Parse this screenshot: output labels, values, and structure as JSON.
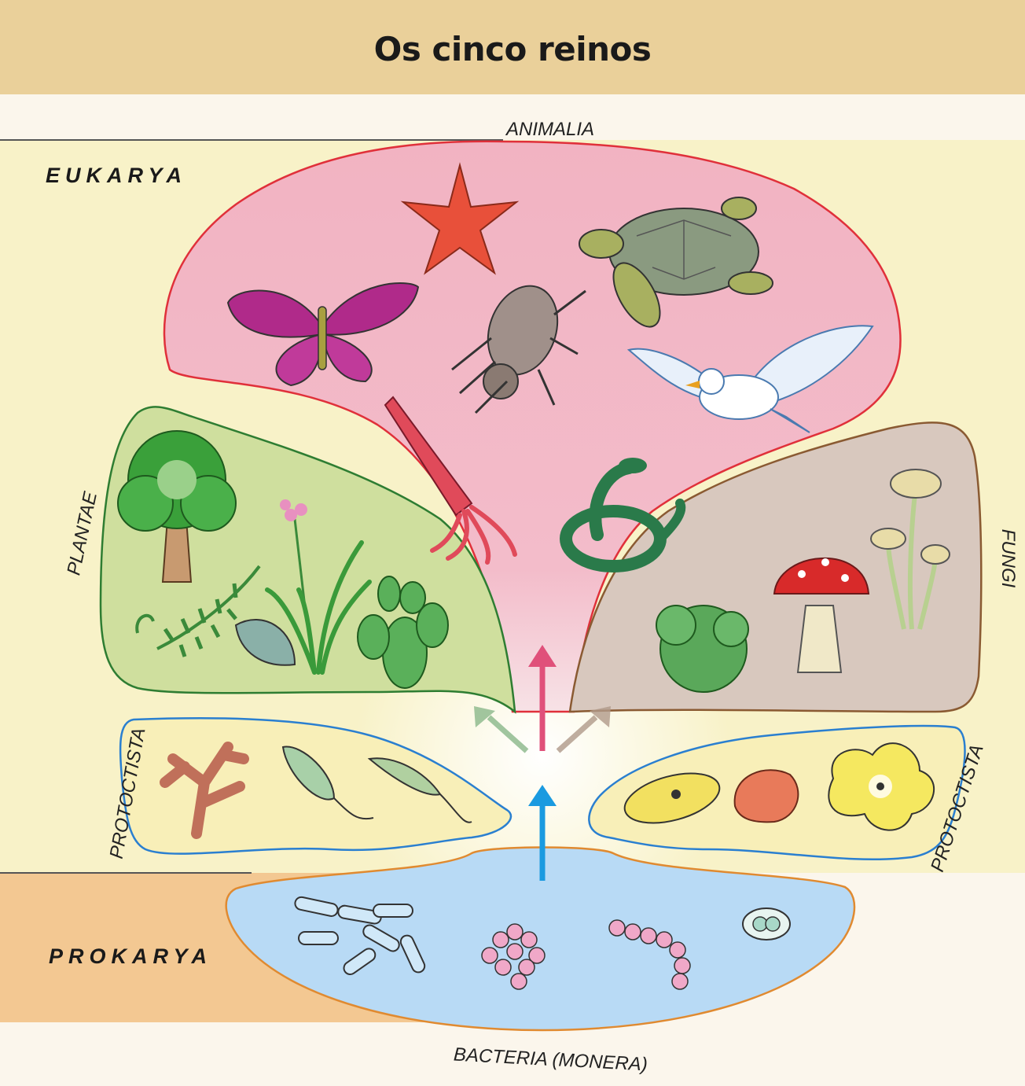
{
  "title": "Os cinco reinos",
  "domains": {
    "eukarya": "EUKARYA",
    "prokarya": "PROKARYA"
  },
  "kingdoms": {
    "animalia": "ANIMALIA",
    "plantae": "PLANTAE",
    "fungi": "FUNGI",
    "protoctista_left": "PROTOCTISTA",
    "protoctista_right": "PROTOCTISTA",
    "bacteria": "BACTERIA (MONERA)"
  },
  "colors": {
    "header": "#ead09a",
    "eukarya_bg": "#f8f2c8",
    "prokarya_bg": "#f3c892",
    "animalia_fill": "#f3b8c6",
    "animalia_stroke": "#e0303a",
    "plantae_fill": "#cfdf9e",
    "plantae_stroke": "#2e7d32",
    "fungi_fill": "#d8c8be",
    "fungi_stroke": "#8a5a32",
    "protoctista_fill": "#f8efb8",
    "protoctista_stroke": "#2a7fd0",
    "bacteria_fill": "#b8daf5",
    "bacteria_stroke": "#e08a30",
    "arrow_pink": "#e0507a",
    "arrow_blue": "#1a9ae0",
    "arrow_green": "#8ab88a",
    "arrow_brown": "#b09a8a"
  },
  "icons": {
    "animalia": [
      "starfish-icon",
      "turtle-icon",
      "butterfly-icon",
      "beetle-icon",
      "bird-icon",
      "squid-icon",
      "snake-icon"
    ],
    "plantae": [
      "tree-icon",
      "flower-icon",
      "fern-icon",
      "leaf-icon",
      "grass-icon",
      "cactus-icon"
    ],
    "fungi": [
      "lichen-icon",
      "red-mushroom-icon",
      "mushroom-cluster-icon"
    ],
    "protoctista_left": [
      "red-algae-icon",
      "euglena-icon",
      "flagellate-icon"
    ],
    "protoctista_right": [
      "paramecium-icon",
      "shell-protist-icon",
      "amoeba-icon"
    ],
    "bacteria": [
      "bacilli-icon",
      "cocci-cluster-icon",
      "streptococcus-chain-icon",
      "diplococcus-icon"
    ]
  }
}
